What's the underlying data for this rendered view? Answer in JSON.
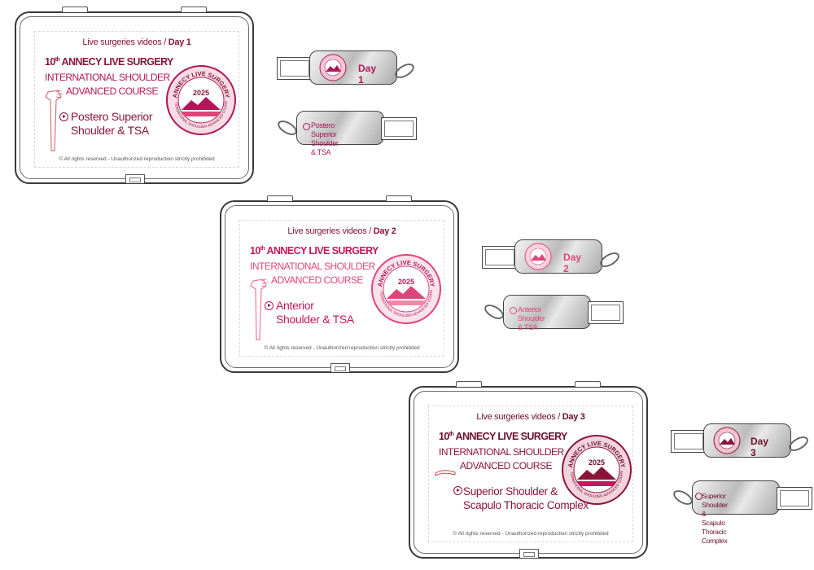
{
  "boxes": [
    {
      "header_prefix": "Live surgeries videos",
      "header_sep": "/",
      "header_day": "Day 1",
      "title_line1": "10",
      "title_sup": "th",
      "title_line1_rest": " ANNECY LIVE SURGERY",
      "title_line2": "INTERNATIONAL SHOULDER",
      "title_line3": "ADVANCED COURSE",
      "topic_line1": "Postero Superior",
      "topic_line2": "Shoulder & TSA",
      "copyright": "© All rights reserved - Unauthorized reproduction strictly prohibited",
      "seal_top": "ANNECY LIVE SURGERY",
      "seal_year": "2025",
      "seal_bottom": "INTERNATIONAL SHOULDER ADVANCED COURSE",
      "usb_day": "Day 1",
      "usb_topic_line1": "Postero Superior",
      "usb_topic_line2": "Shoulder & TSA"
    },
    {
      "header_prefix": "Live surgeries videos",
      "header_sep": "/",
      "header_day": "Day 2",
      "title_line1": "10",
      "title_sup": "th",
      "title_line1_rest": " ANNECY LIVE SURGERY",
      "title_line2": "INTERNATIONAL SHOULDER",
      "title_line3": "ADVANCED COURSE",
      "topic_line1": "Anterior",
      "topic_line2": "Shoulder & TSA",
      "copyright": "© All rights reserved - Unauthorized reproduction strictly prohibited",
      "seal_top": "ANNECY LIVE SURGERY",
      "seal_year": "2025",
      "seal_bottom": "INTERNATIONAL SHOULDER ADVANCED COURSE",
      "usb_day": "Day 2",
      "usb_topic_line1": "Anterior",
      "usb_topic_line2": "Shoulder & TSA"
    },
    {
      "header_prefix": "Live surgeries videos",
      "header_sep": "/",
      "header_day": "Day 3",
      "title_line1": "10",
      "title_sup": "th",
      "title_line1_rest": " ANNECY LIVE SURGERY",
      "title_line2": "INTERNATIONAL SHOULDER",
      "title_line3": "ADVANCED COURSE",
      "topic_line1": "Superior Shoulder &",
      "topic_line2": "Scapulo Thoracic Complex",
      "copyright": "© All rights reserved - Unauthorized reproduction strictly prohibited",
      "seal_top": "ANNECY LIVE SURGERY",
      "seal_year": "2025",
      "seal_bottom": "INTERNATIONAL SHOULDER ADVANCED COURSE",
      "usb_day": "Day 3",
      "usb_topic_line1": "Superior Shoulder &",
      "usb_topic_line2": "Scapulo Thoracic Complex"
    }
  ],
  "colors": {
    "primary": "#8a1538",
    "accent": "#b0165a",
    "pink": "#e0457a"
  }
}
